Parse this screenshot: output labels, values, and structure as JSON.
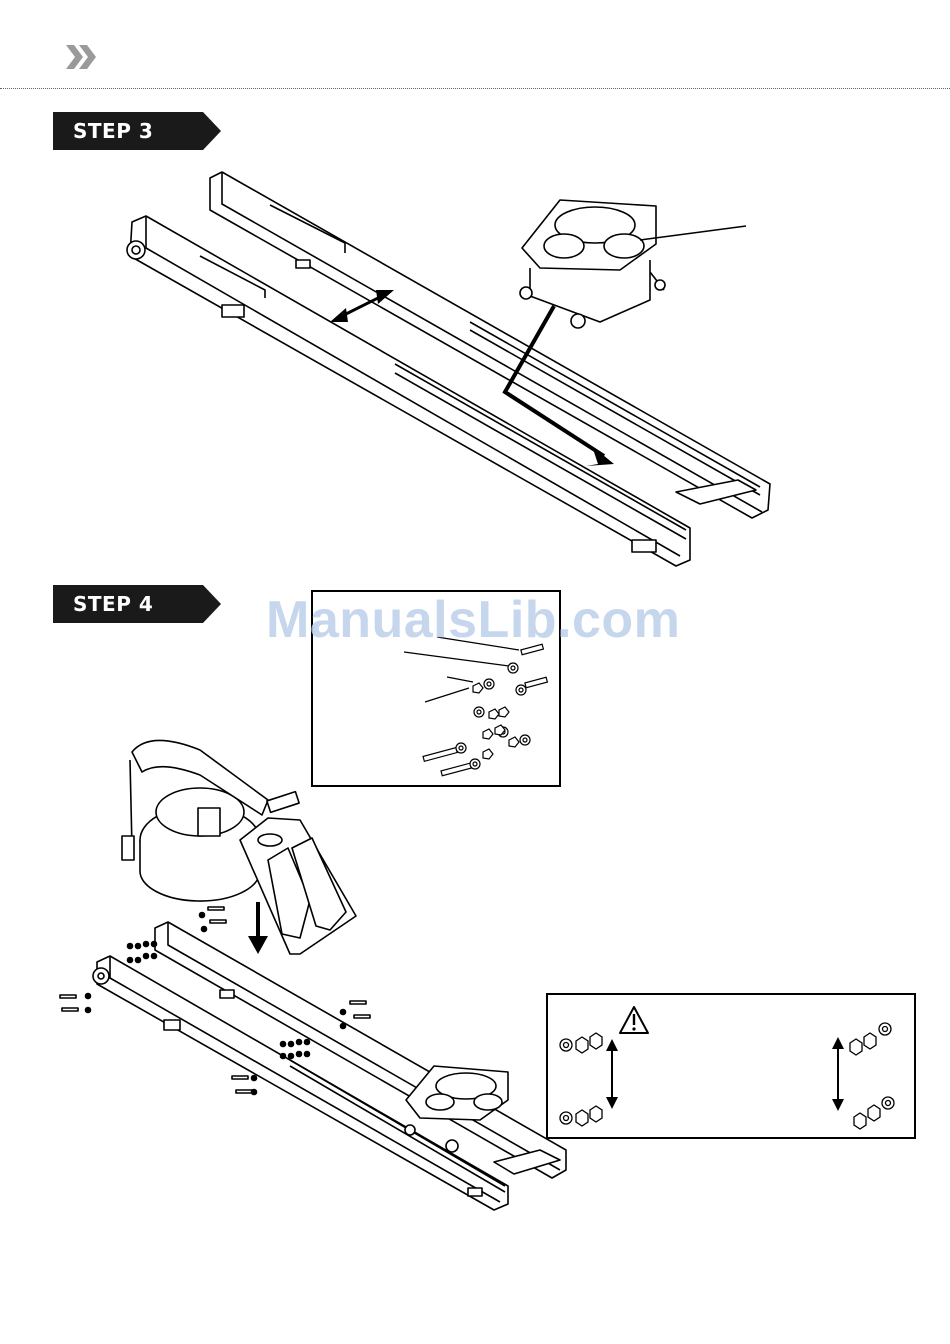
{
  "page": {
    "header_icon": "double-chevron-right-icon"
  },
  "steps": [
    {
      "label": "STEP 3"
    },
    {
      "label": "STEP 4"
    }
  ],
  "watermark": {
    "text": "ManualsLib.com"
  },
  "icons": {
    "warning": "warning-triangle-icon",
    "hardware": [
      "bolt-icon",
      "washer-icon",
      "nut-icon"
    ]
  }
}
